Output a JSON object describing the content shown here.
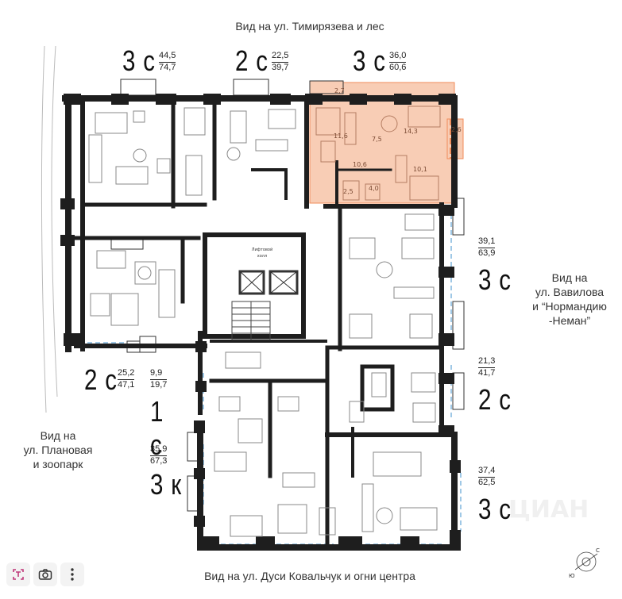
{
  "views": {
    "top": "Вид на ул. Тимирязева и лес",
    "right": [
      "Вид на",
      "ул. Вавилова",
      "и “Нормандию",
      "-Неман”"
    ],
    "left": [
      "Вид на",
      "ул. Плановая",
      "и зоопарк"
    ],
    "bottom": "Вид на ул. Дуси Ковальчук и огни центра"
  },
  "units": [
    {
      "id": "u1",
      "type": "3 с",
      "living": "44,5",
      "total": "74,7"
    },
    {
      "id": "u2",
      "type": "2 с",
      "living": "22,5",
      "total": "39,7"
    },
    {
      "id": "u3",
      "type": "3 с",
      "living": "36,0",
      "total": "60,6"
    },
    {
      "id": "u4",
      "type": "3 с",
      "living": "39,1",
      "total": "63,9"
    },
    {
      "id": "u5",
      "type": "2 с",
      "living": "21,3",
      "total": "41,7"
    },
    {
      "id": "u6",
      "type": "3 с",
      "living": "37,4",
      "total": "62,5"
    },
    {
      "id": "u7",
      "type": "2 с",
      "living": "25,2",
      "total": "47,1"
    },
    {
      "id": "u8",
      "type": "1 с",
      "living": "9,9",
      "total": "19,7"
    },
    {
      "id": "u9",
      "type": "3 к",
      "living": "35,9",
      "total": "67,3"
    }
  ],
  "highlight_rooms": [
    "2,7",
    "11,6",
    "7,5",
    "14,3",
    "2,6",
    "10,6",
    "10,1",
    "2,5",
    "4,0"
  ],
  "lobby_label": [
    "Лифтовой",
    "холл"
  ],
  "compass": [
    "С",
    "Ю"
  ],
  "watermark": "ЦИАН",
  "colors": {
    "highlight": "#f8cdb5",
    "highlight_border": "#f08c5a",
    "wall": "#222222",
    "window": "#9fc8e6"
  },
  "toolbar": {
    "icons": [
      "resize-icon",
      "camera-icon",
      "more-icon"
    ]
  }
}
